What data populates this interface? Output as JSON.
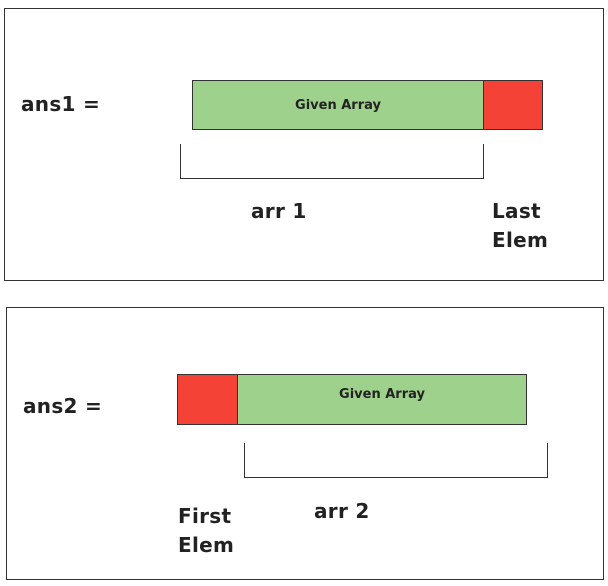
{
  "colors": {
    "array_fill": "#9ed18b",
    "element_fill": "#f44336",
    "border": "#333333",
    "text": "#222222"
  },
  "panel1": {
    "label": "ans1 =",
    "array_label": "Given Array",
    "sub_label": "arr 1",
    "elem_label_line1": "Last",
    "elem_label_line2": "Elem"
  },
  "panel2": {
    "label": "ans2 =",
    "array_label": "Given Array",
    "sub_label": "arr 2",
    "elem_label_line1": "First",
    "elem_label_line2": "Elem"
  }
}
